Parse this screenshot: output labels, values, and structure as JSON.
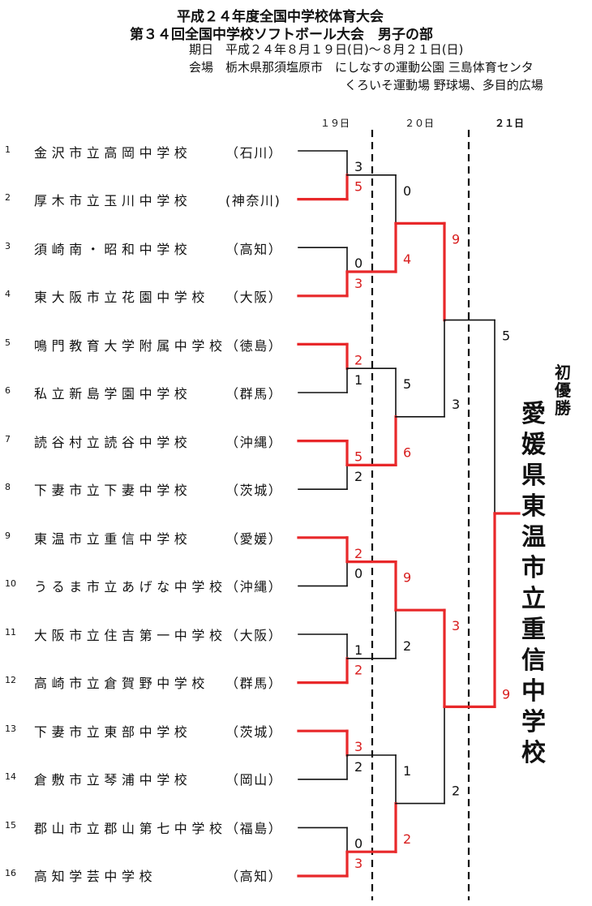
{
  "header": {
    "line1": "平成２４年度全国中学校体育大会",
    "line2": "第３４回全国中学校ソフトボール大会　男子の部",
    "period": "期日　平成２４年８月１９日(日)～８月２１日(日)",
    "venue1": "会場　栃木県那須塩原市　にしなすの運動公園 三島体育センタ",
    "venue2": "くろいそ運動場 野球場、多目的広場"
  },
  "days": [
    "１９日",
    "２０日",
    "２１日"
  ],
  "teams": [
    {
      "num": "1",
      "name": "金沢市立高岡中学校",
      "pref": "（石川）"
    },
    {
      "num": "2",
      "name": "厚木市立玉川中学校",
      "pref": "(神奈川)"
    },
    {
      "num": "3",
      "name": "須崎南・昭和中学校",
      "pref": "（高知）"
    },
    {
      "num": "4",
      "name": "東大阪市立花園中学校",
      "pref": "（大阪）"
    },
    {
      "num": "5",
      "name": "鳴門教育大学附属中学校",
      "pref": "（徳島）"
    },
    {
      "num": "6",
      "name": "私立新島学園中学校",
      "pref": "（群馬）"
    },
    {
      "num": "7",
      "name": "読谷村立読谷中学校",
      "pref": "（沖縄）"
    },
    {
      "num": "8",
      "name": "下妻市立下妻中学校",
      "pref": "（茨城）"
    },
    {
      "num": "9",
      "name": "東温市立重信中学校",
      "pref": "（愛媛）"
    },
    {
      "num": "10",
      "name": "うるま市立あげな中学校",
      "pref": "（沖縄）"
    },
    {
      "num": "11",
      "name": "大阪市立住吉第一中学校",
      "pref": "（大阪）"
    },
    {
      "num": "12",
      "name": "高崎市立倉賀野中学校",
      "pref": "（群馬）"
    },
    {
      "num": "13",
      "name": "下妻市立東部中学校",
      "pref": "（茨城）"
    },
    {
      "num": "14",
      "name": "倉敷市立琴浦中学校",
      "pref": "（岡山）"
    },
    {
      "num": "15",
      "name": "郡山市立郡山第七中学校",
      "pref": "（福島）"
    },
    {
      "num": "16",
      "name": "高知学芸中学校",
      "pref": "（高知）"
    }
  ],
  "matches": [
    {
      "round": 1,
      "a": 0,
      "b": 1,
      "score_a": "3",
      "score_b": "5",
      "winner": "b"
    },
    {
      "round": 1,
      "a": 2,
      "b": 3,
      "score_a": "0",
      "score_b": "3",
      "winner": "b"
    },
    {
      "round": 1,
      "a": 4,
      "b": 5,
      "score_a": "2",
      "score_b": "1",
      "winner": "a"
    },
    {
      "round": 1,
      "a": 6,
      "b": 7,
      "score_a": "5",
      "score_b": "2",
      "winner": "a"
    },
    {
      "round": 1,
      "a": 8,
      "b": 9,
      "score_a": "2",
      "score_b": "0",
      "winner": "a"
    },
    {
      "round": 1,
      "a": 10,
      "b": 11,
      "score_a": "1",
      "score_b": "2",
      "winner": "b"
    },
    {
      "round": 1,
      "a": 12,
      "b": 13,
      "score_a": "3",
      "score_b": "2",
      "winner": "a"
    },
    {
      "round": 1,
      "a": 14,
      "b": 15,
      "score_a": "0",
      "score_b": "3",
      "winner": "b"
    },
    {
      "round": 2,
      "a": 0,
      "b": 1,
      "score_a": "0",
      "score_b": "4",
      "winner": "b"
    },
    {
      "round": 2,
      "a": 2,
      "b": 3,
      "score_a": "5",
      "score_b": "6",
      "winner": "b"
    },
    {
      "round": 2,
      "a": 4,
      "b": 5,
      "score_a": "9",
      "score_b": "2",
      "winner": "a"
    },
    {
      "round": 2,
      "a": 6,
      "b": 7,
      "score_a": "1",
      "score_b": "2",
      "winner": "b"
    },
    {
      "round": 3,
      "a": 0,
      "b": 1,
      "score_a": "9",
      "score_b": "3",
      "winner": "a"
    },
    {
      "round": 3,
      "a": 2,
      "b": 3,
      "score_a": "3",
      "score_b": "2",
      "winner": "a"
    },
    {
      "round": 4,
      "a": 0,
      "b": 1,
      "score_a": "5",
      "score_b": "9",
      "winner": "b"
    }
  ],
  "champion": {
    "label": "初優勝",
    "name": "愛媛県東温市立重信中学校"
  },
  "colors": {
    "winner_line": "#e8282a",
    "loser_line": "#111111",
    "winner_score": "#d81e1e",
    "loser_score": "#111111"
  }
}
